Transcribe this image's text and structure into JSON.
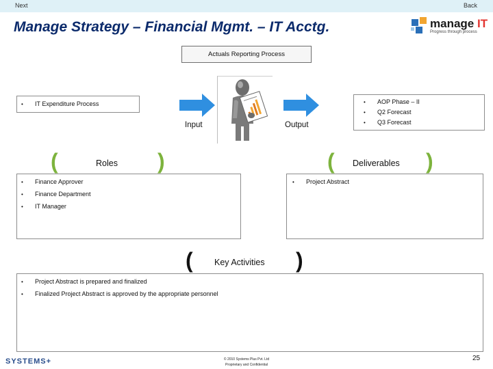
{
  "nav": {
    "next": "Next",
    "back": "Back"
  },
  "title": "Manage Strategy – Financial Mgmt. – IT Acctg.",
  "logo": {
    "brand_a": "manage",
    "brand_b": "IT",
    "tagline": "Progress through process"
  },
  "process_box": "Actuals Reporting Process",
  "input": {
    "items": [
      "IT Expenditure Process"
    ],
    "label": "Input"
  },
  "output": {
    "items": [
      "AOP Phase – II",
      "Q2 Forecast",
      "Q3 Forecast"
    ],
    "label": "Output"
  },
  "roles": {
    "title": "Roles",
    "items": [
      "Finance Approver",
      "Finance Department",
      "IT Manager"
    ]
  },
  "deliverables": {
    "title": "Deliverables",
    "items": [
      "Project Abstract"
    ]
  },
  "activities": {
    "title": "Key Activities",
    "items": [
      "Project Abstract is prepared and finalized",
      "Finalized Project Abstract is approved by the appropriate personnel"
    ]
  },
  "footer": {
    "brand": "SYSTEMS",
    "brand_plus": "+",
    "copyright_1": "© 2010 Systems Plus Pvt. Ltd",
    "copyright_2": "Proprietary and Confidential",
    "page": "25"
  },
  "colors": {
    "title": "#0b2a6b",
    "arrow": "#2f8fe0",
    "bracket_green": "#7db33d",
    "topbar": "#dff1f7"
  },
  "icons": {
    "bullet": "•",
    "left_bracket": "(",
    "right_bracket": ")"
  }
}
